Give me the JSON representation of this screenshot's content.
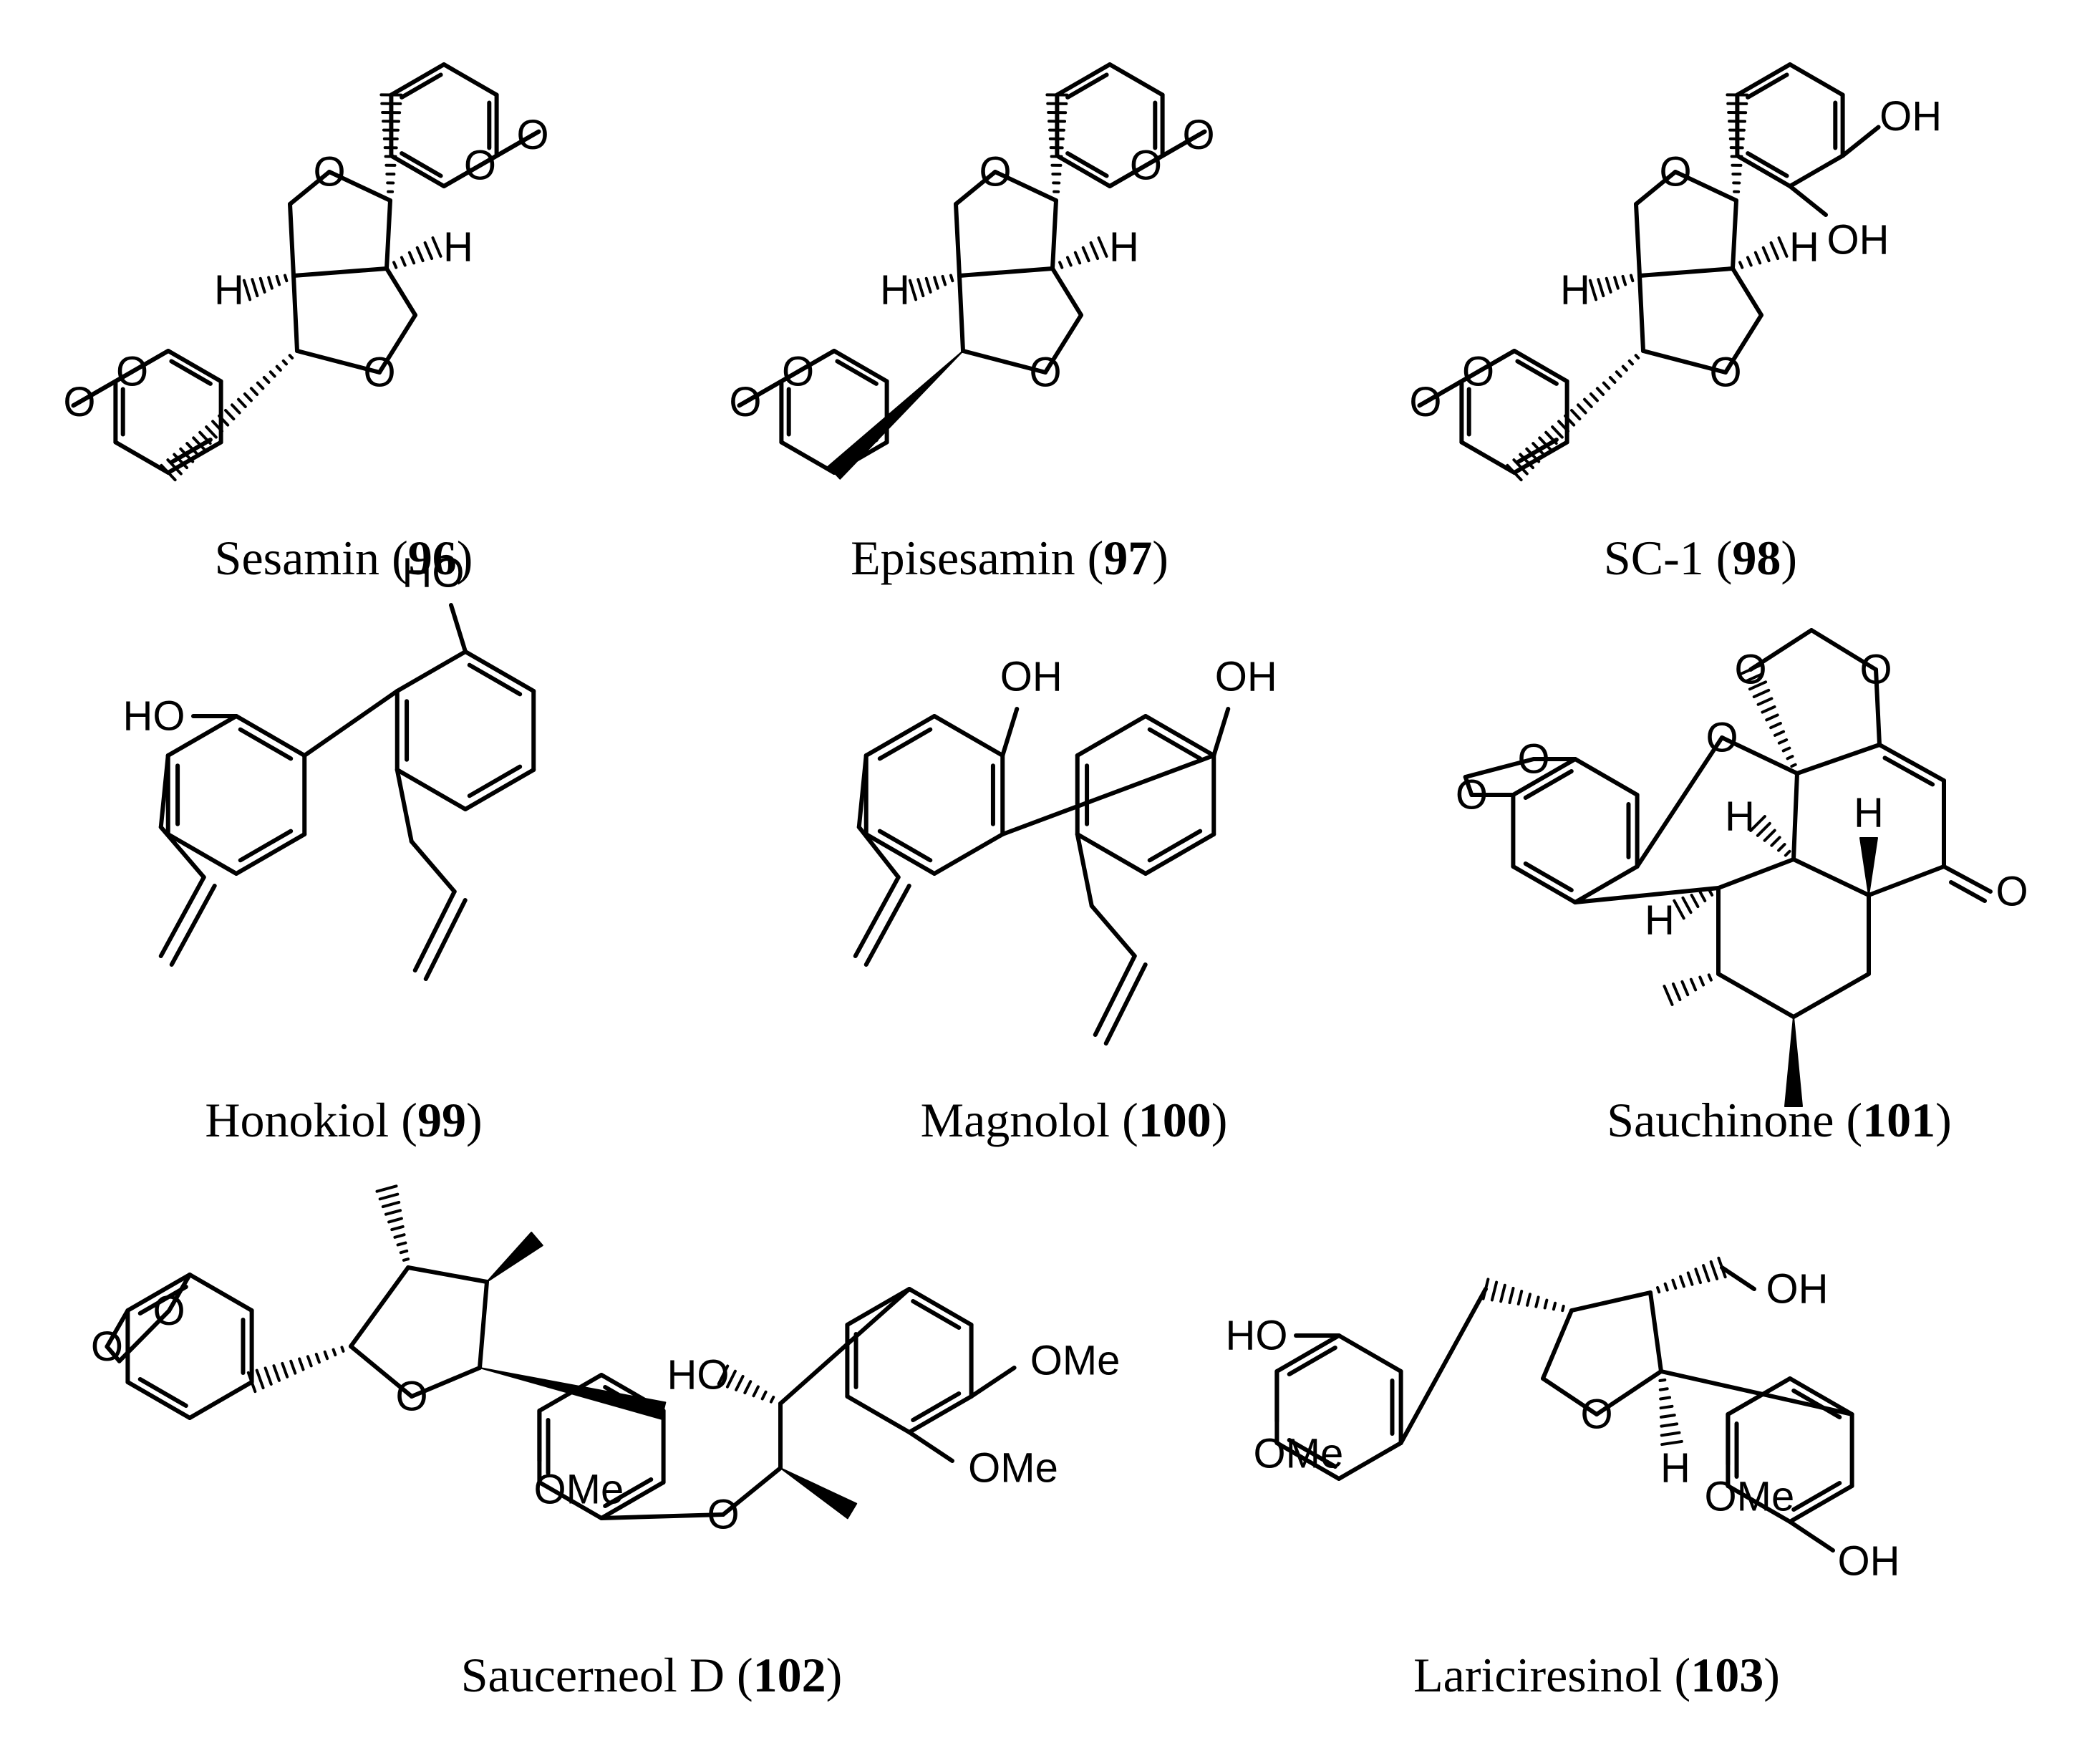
{
  "compounds": [
    {
      "name": "Sesamin",
      "number": "96"
    },
    {
      "name": "Episesamin",
      "number": "97"
    },
    {
      "name": "SC-1",
      "number": "98"
    },
    {
      "name": "Honokiol",
      "number": "99"
    },
    {
      "name": "Magnolol",
      "number": "100"
    },
    {
      "name": "Sauchinone",
      "number": "101"
    },
    {
      "name": "Saucerneol D",
      "number": "102"
    },
    {
      "name": "Lariciresinol",
      "number": "103"
    }
  ],
  "atom_labels": {
    "O": "O",
    "H": "H",
    "OH": "OH",
    "HO": "HO",
    "OMe": "OMe"
  }
}
